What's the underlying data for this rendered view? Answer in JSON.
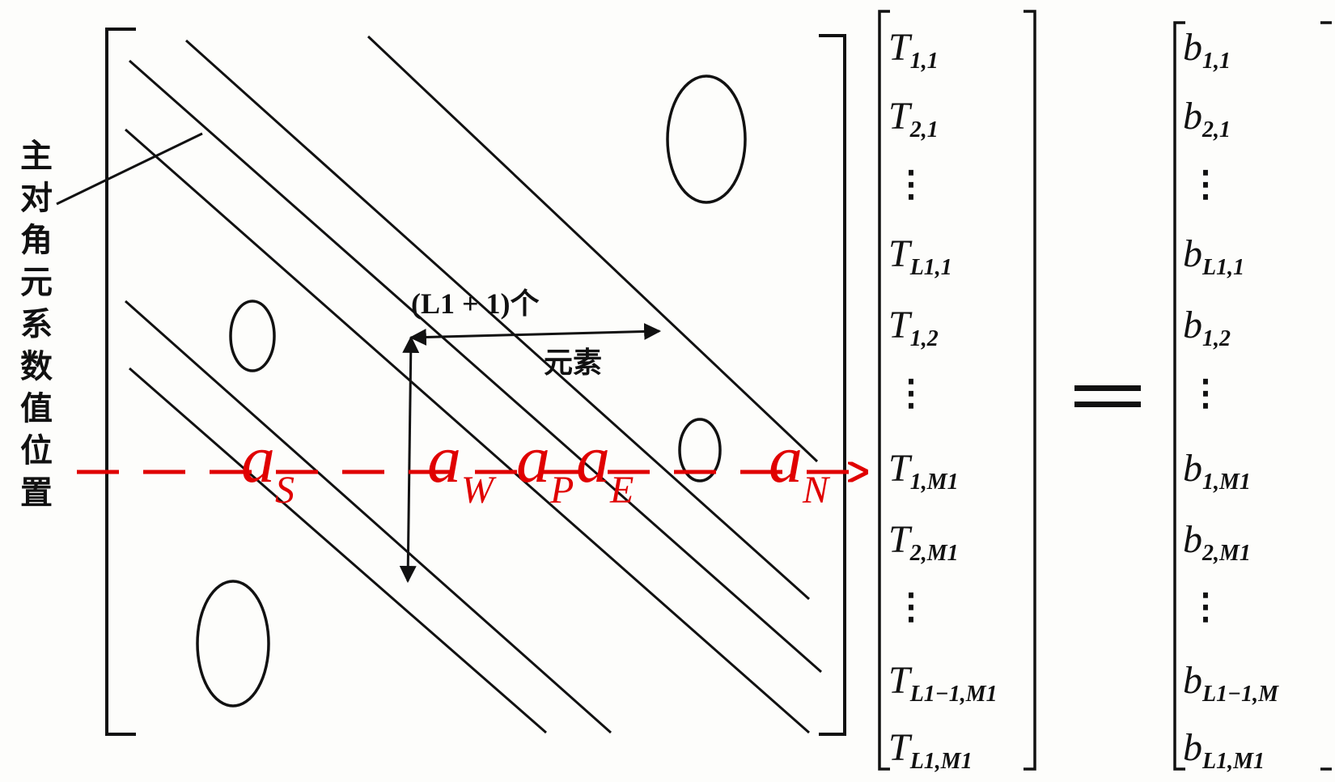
{
  "left_label_chars": [
    "主",
    "对",
    "角",
    "元",
    "系",
    "数",
    "值",
    "位",
    "置"
  ],
  "band_label": {
    "line1": "(L1 + 1)个",
    "line2": "元素"
  },
  "coefficients": [
    {
      "base": "a",
      "sub": "S"
    },
    {
      "base": "a",
      "sub": "W"
    },
    {
      "base": "a",
      "sub": "P"
    },
    {
      "base": "a",
      "sub": "E"
    },
    {
      "base": "a",
      "sub": "N"
    }
  ],
  "equals_sign": "=",
  "vector_t": {
    "symbol": "T",
    "entries": [
      "1,1",
      "2,1",
      "⋮",
      "L1,1",
      "1,2",
      "⋮",
      "1,M1",
      "2,M1",
      "⋮",
      "L1−1,M1",
      "L1,M1"
    ]
  },
  "vector_b": {
    "symbol": "b",
    "entries": [
      "1,1",
      "2,1",
      "⋮",
      "L1,1",
      "1,2",
      "⋮",
      "1,M1",
      "2,M1",
      "⋮",
      "L1−1,M",
      "L1,M1"
    ]
  },
  "colors": {
    "ink": "#111111",
    "highlight": "#e00000"
  }
}
